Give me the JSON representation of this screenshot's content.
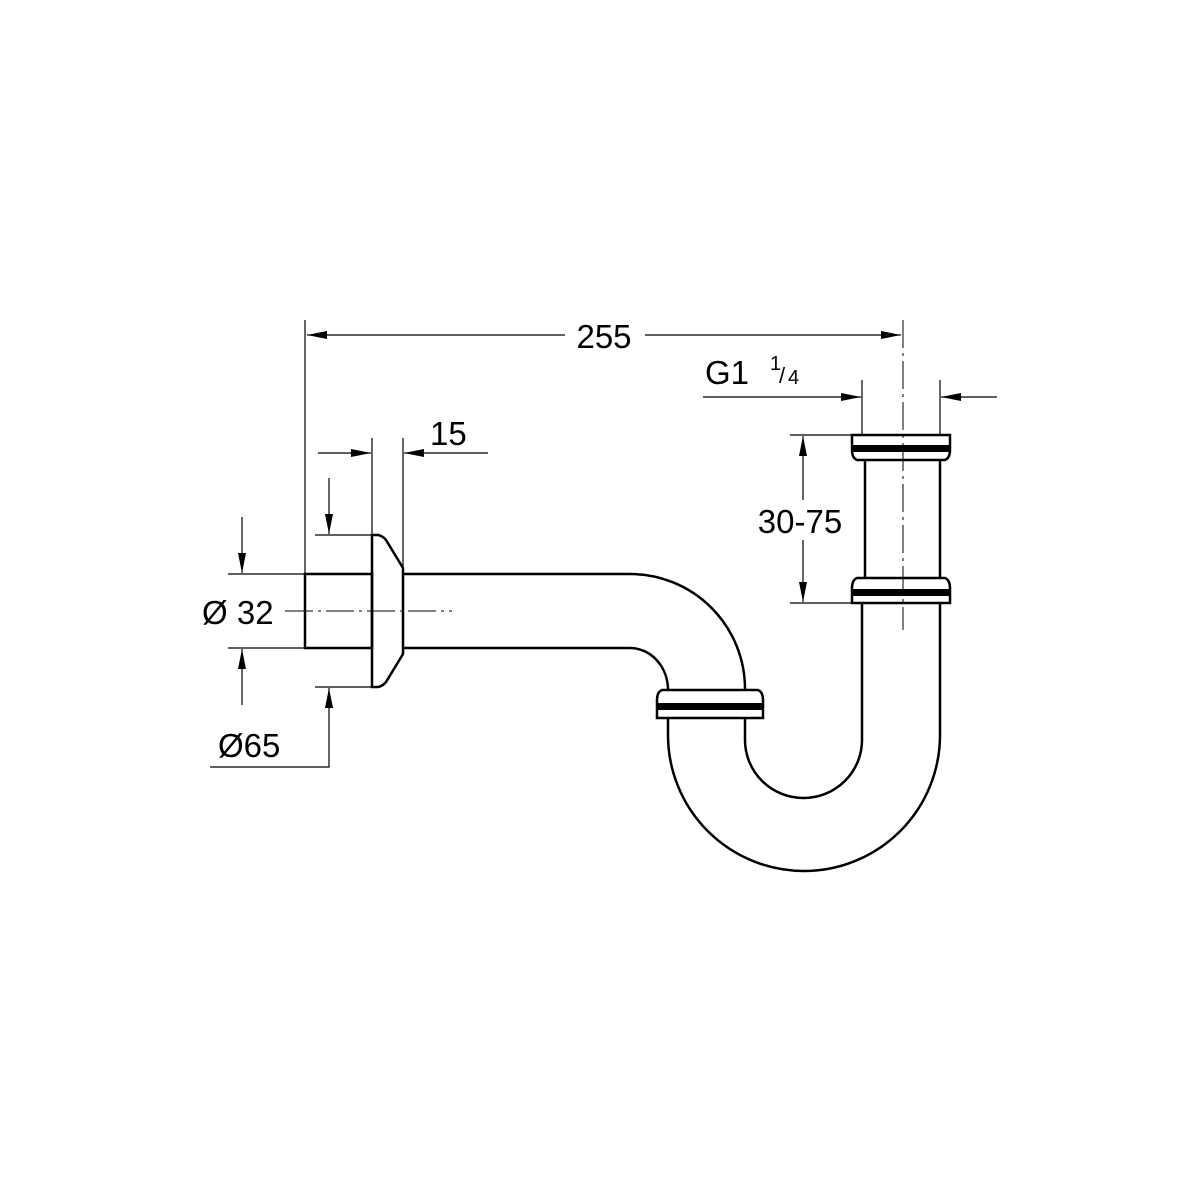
{
  "drawing": {
    "title": "Bottle trap technical drawing",
    "dimensions": {
      "overall_length": "255",
      "thread": "G1",
      "thread_fraction_num": "1",
      "thread_fraction_den": "4",
      "rosette_depth": "15",
      "height_adjust": "30-75",
      "pipe_diameter": "Ø 32",
      "rosette_diameter": "Ø65"
    },
    "colors": {
      "line": "#000000",
      "background": "#ffffff"
    }
  }
}
